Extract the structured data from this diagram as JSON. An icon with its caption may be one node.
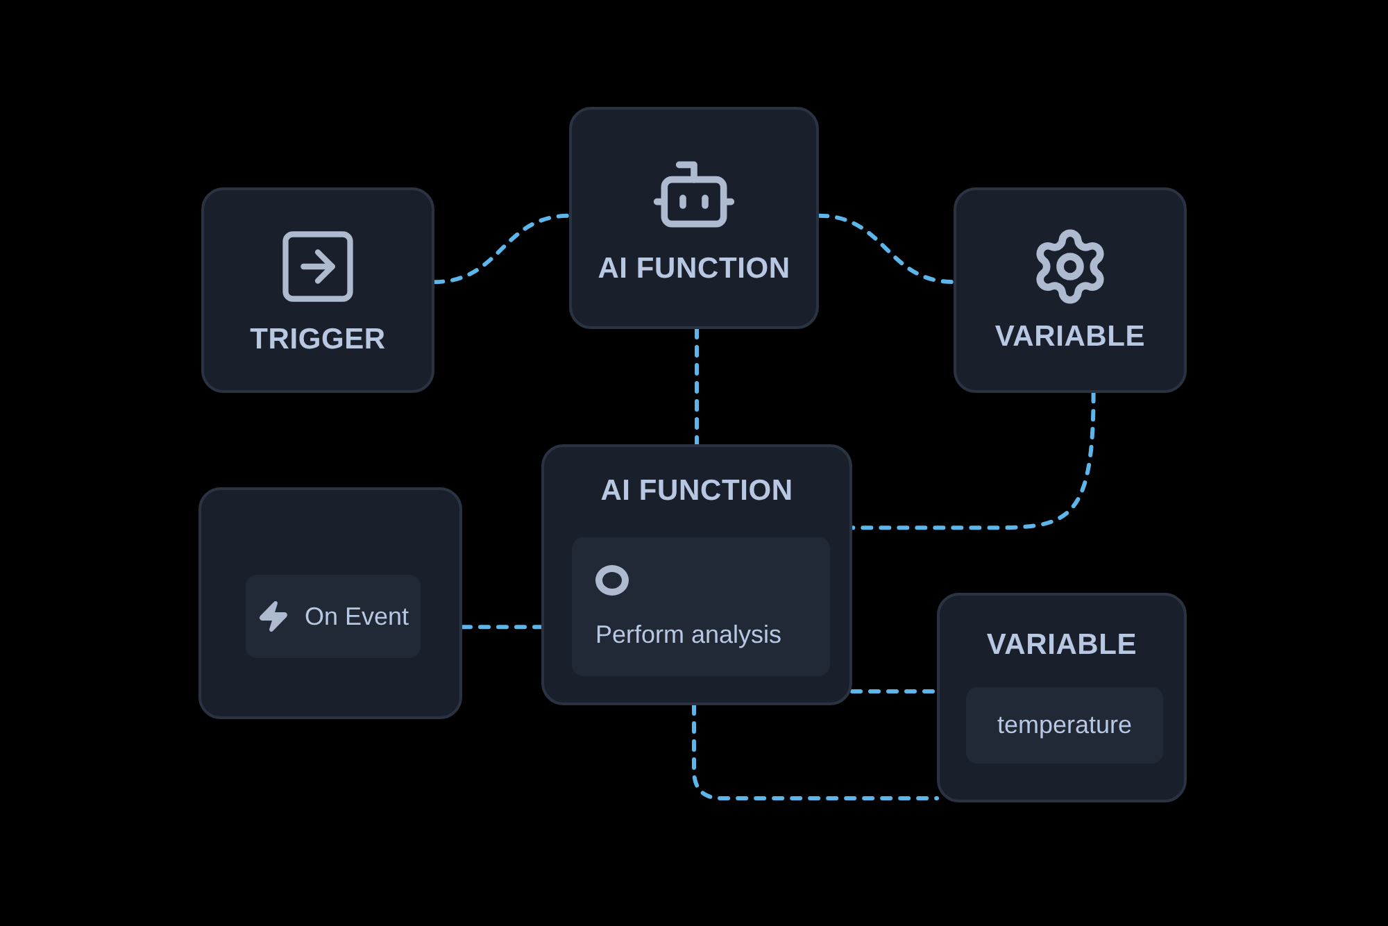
{
  "diagram": {
    "nodes": [
      {
        "text": [
          "TRIGGER"
        ]
      },
      {
        "text": [
          "AI FUNCTION"
        ]
      },
      {
        "text": [
          "VARIABLE"
        ]
      },
      {
        "text": [],
        "shape": "box"
      },
      {
        "text": [
          "On Event"
        ],
        "in": 3
      },
      {
        "text": [
          "AI FUNCTION"
        ]
      },
      {
        "text": [
          "Perform analysis"
        ],
        "in": 5
      },
      {
        "text": [
          "VARIABLE"
        ]
      },
      {
        "text": [
          "temperature"
        ],
        "in": 7
      }
    ],
    "edges": [
      {
        "from": 0,
        "to": 1,
        "arrow": "none",
        "style": "dashed"
      },
      {
        "from": 1,
        "to": 2,
        "arrow": "none",
        "style": "dashed"
      },
      {
        "from": 1,
        "to": 5,
        "arrow": "none",
        "style": "dashed"
      },
      {
        "from": 2,
        "to": 5,
        "arrow": "none",
        "style": "dashed"
      },
      {
        "from": 3,
        "to": 5,
        "arrow": "none",
        "style": "dashed"
      },
      {
        "from": 5,
        "to": 7,
        "arrow": "none",
        "style": "dashed"
      },
      {
        "from": 5,
        "to": 7,
        "arrow": "none",
        "style": "dashed"
      }
    ]
  }
}
